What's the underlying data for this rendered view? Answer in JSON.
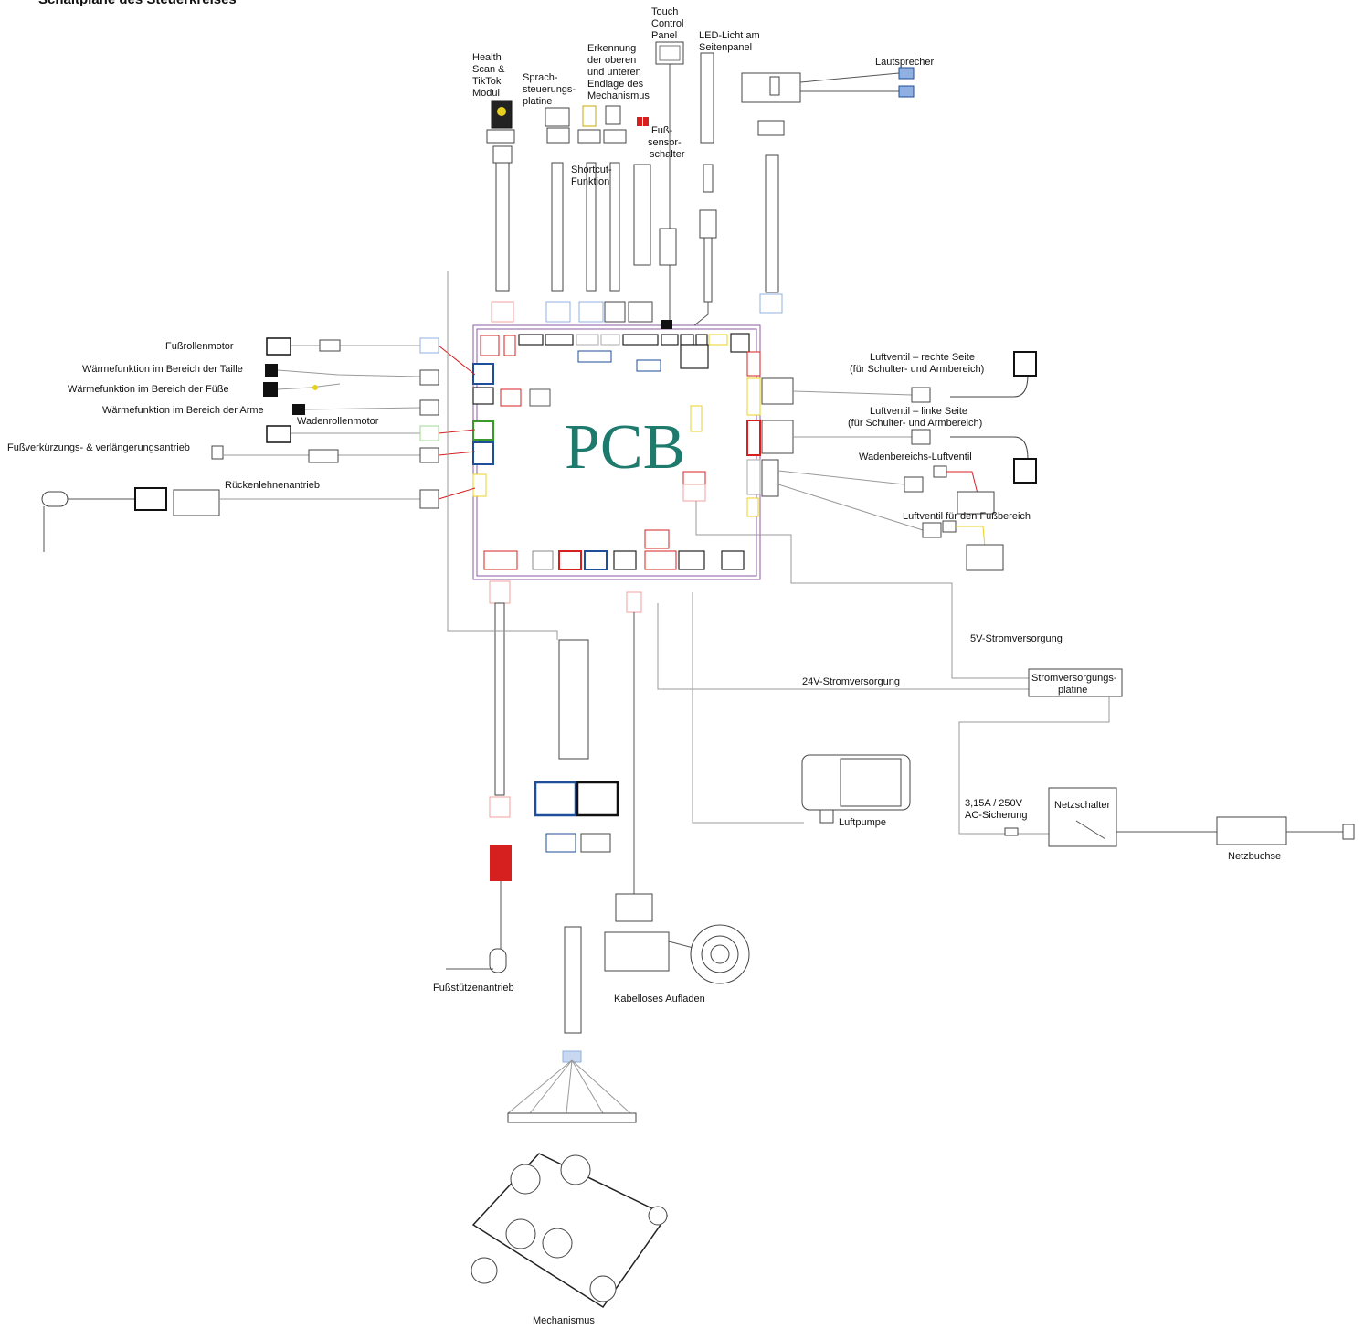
{
  "title": "Schaltpläne des Steuerkreises",
  "pcb_label": "PCB",
  "labels": {
    "health_scan": [
      "Health",
      "Scan &",
      "TikTok",
      "Modul"
    ],
    "sprach": [
      "Sprach-",
      "steuerungs-",
      "platine"
    ],
    "endlage": [
      "Erkennung",
      "der oberen",
      "und unteren",
      "Endlage des",
      "Mechanismus"
    ],
    "touch": [
      "Touch",
      "Control",
      "Panel"
    ],
    "led": [
      "LED-Licht am",
      "Seitenpanel"
    ],
    "lautsprecher": "Lautsprecher",
    "fuss_sensor": [
      "Fuß-",
      "sensor-",
      "schalter"
    ],
    "shortcut": [
      "Shortcut-",
      "Funktion"
    ],
    "fussrollenmotor": "Fußrollenmotor",
    "waerme_taille": "Wärmefunktion im Bereich der Taille",
    "waerme_fuesse": "Wärmefunktion im Bereich der Füße",
    "waerme_arme": "Wärmefunktion im Bereich der Arme",
    "wadenrollenmotor": "Wadenrollenmotor",
    "fussverkuerzung": "Fußverkürzungs- & verlängerungsantrieb",
    "rueckenlehne": "Rückenlehnenantrieb",
    "luftventil_rechts": [
      "Luftventil – rechte Seite",
      "(für Schulter- und Armbereich)"
    ],
    "luftventil_links": [
      "Luftventil – linke Seite",
      "(für Schulter- und Armbereich)"
    ],
    "waden_luftventil": "Wadenbereichs-Luftventil",
    "fuss_luftventil": "Luftventil für den Fußbereich",
    "strom5v": "5V-Stromversorgung",
    "strom24v": "24V-Stromversorgung",
    "stromplatine": [
      "Stromversorgungs-",
      "platine"
    ],
    "sicherung": [
      "3,15A / 250V",
      "AC-Sicherung"
    ],
    "netzschalter": "Netzschalter",
    "netzbuchse": "Netzbuchse",
    "luftpumpe": "Luftpumpe",
    "fussstuetze": "Fußstützenantrieb",
    "kabellos": "Kabelloses Aufladen",
    "mechanismus": "Mechanismus"
  },
  "colors": {
    "pcb_border": "#8a5aa6",
    "pcb_text": "#1f7a6e",
    "red": "#d62020",
    "blue": "#1f4e9a",
    "light_blue": "#8fb0e0",
    "pink": "#f0a0a0",
    "yellow": "#e8d020",
    "green": "#3a9a2a",
    "light_green": "#9fd890",
    "black": "#111111"
  }
}
